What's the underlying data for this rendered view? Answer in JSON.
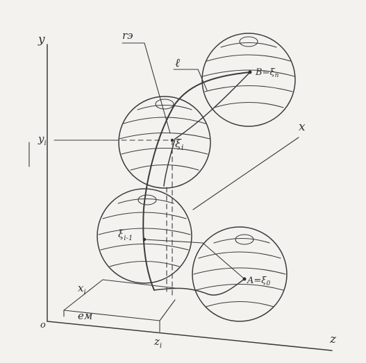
{
  "labels": {
    "axis_y": "y",
    "axis_x": "x",
    "axis_z": "z",
    "origin": "o",
    "yi": "y",
    "yi_sub": "i",
    "zi": "z",
    "zi_sub": "i",
    "xi": "x",
    "xi_sub": "i",
    "r_e": "rэ",
    "ell": "ℓ",
    "e_m": "eм",
    "point_B": "B=ξ",
    "point_B_sub": "n",
    "point_A": "A=ξ",
    "point_A_sub": "0",
    "xi_i": "ξ",
    "xi_i_sub": "i",
    "xi_i1": "ξ",
    "xi_i1_sub": "i-1"
  }
}
